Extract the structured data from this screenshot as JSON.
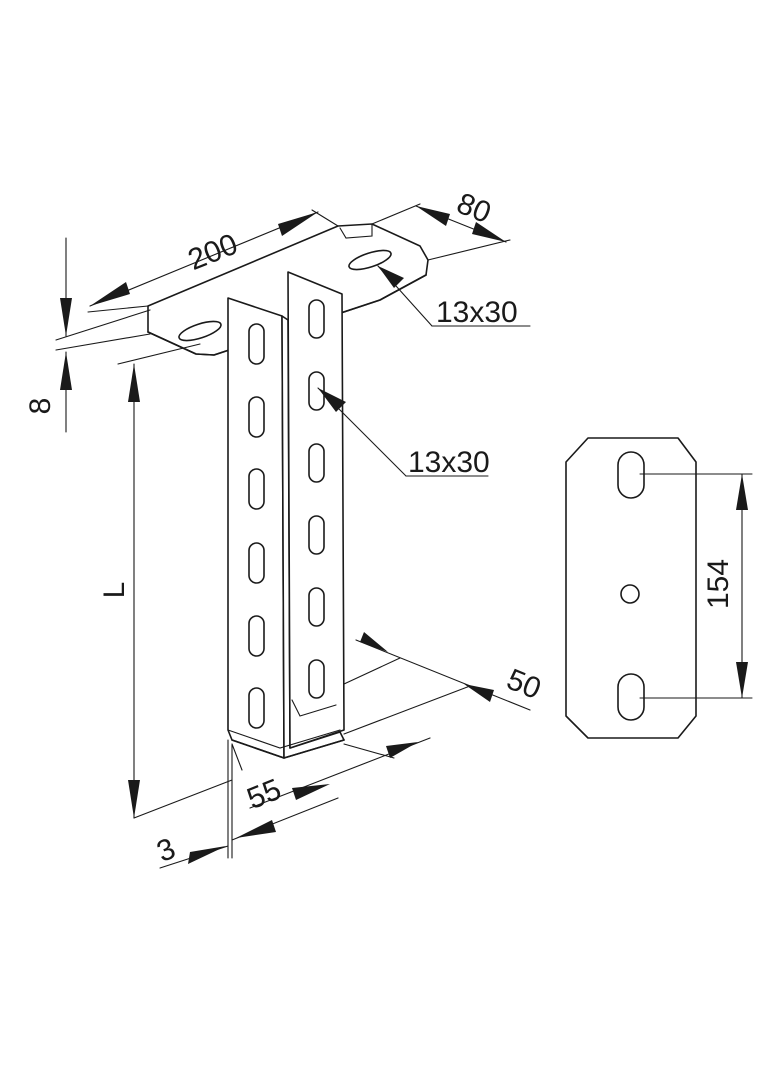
{
  "dimensions": {
    "plate_length": "200",
    "plate_width": "80",
    "plate_slot": "13x30",
    "plate_thickness": "8",
    "profile_length": "L",
    "profile_slot": "13x30",
    "profile_depth": "50",
    "profile_width": "55",
    "wall_thickness": "3",
    "hole_spacing": "154"
  }
}
